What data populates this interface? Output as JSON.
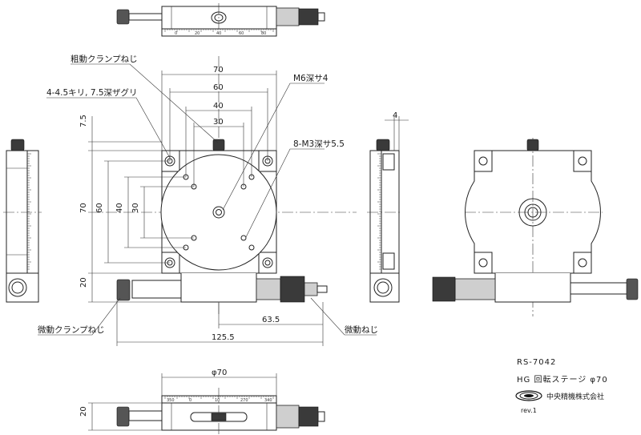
{
  "dimensions": {
    "top_70": "70",
    "top_60": "60",
    "top_40": "40",
    "top_30": "30",
    "left_70": "70",
    "left_60": "60",
    "left_40": "40",
    "left_30": "30",
    "left_7_5": "7.5",
    "left_20": "20",
    "bottom_63_5": "63.5",
    "bottom_125_5": "125.5",
    "side_4": "4",
    "front_phi70": "φ70",
    "front_20": "20"
  },
  "annotations": {
    "coarse_clamp": "粗動クランプねじ",
    "mount_holes": "4-4.5キリ, 7.5深ザグリ",
    "center_tap": "M6深サ4",
    "m3_taps": "8-M3深サ5.5",
    "fine_clamp": "微動クランプねじ",
    "fine_screw": "微動ねじ"
  },
  "title_block": {
    "model": "RS-7042",
    "description": "HG 回転ステージ φ70",
    "company": "中央精機株式会社",
    "revision": "rev.1"
  },
  "scale_ticks": {
    "top_view": [
      "0",
      "20",
      "40",
      "60",
      "80"
    ],
    "front_view": [
      "350",
      "0",
      "10",
      "270",
      "340"
    ]
  },
  "icons": {
    "company_logo": "concentric-ellipse-logo-icon"
  }
}
